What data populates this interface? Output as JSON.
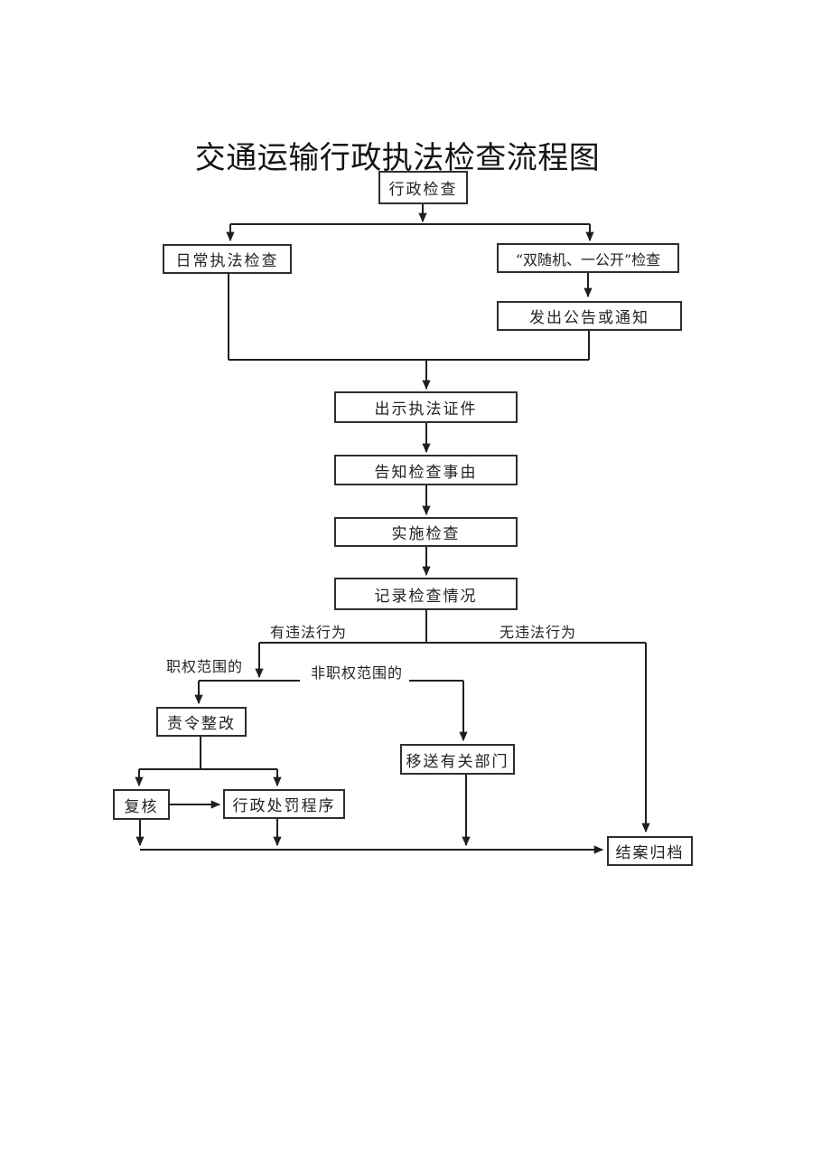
{
  "page": {
    "title": "交通运输行政执法检查流程图"
  },
  "colors": {
    "background": "#ffffff",
    "ink": "#1f1f1f",
    "box_border": "#2e2e2e"
  },
  "nodes": {
    "admin_inspection": {
      "label": "行政检查"
    },
    "daily_inspection": {
      "label": "日常执法检查"
    },
    "double_random": {
      "label": "“双随机、一公开”检查"
    },
    "announce": {
      "label": "发出公告或通知"
    },
    "show_credentials": {
      "label": "出示执法证件"
    },
    "inform_reason": {
      "label": "告知检查事由"
    },
    "conduct_inspection": {
      "label": "实施检查"
    },
    "record_findings": {
      "label": "记录检查情况"
    },
    "order_rectify": {
      "label": "责令整改"
    },
    "transfer_dept": {
      "label": "移送有关部门"
    },
    "review": {
      "label": "复核"
    },
    "penalty_procedure": {
      "label": "行政处罚程序"
    },
    "close_archive": {
      "label": "结案归档"
    }
  },
  "edge_labels": {
    "has_violation": "有违法行为",
    "no_violation": "无违法行为",
    "within_authority": "职权范围的",
    "outside_authority": "非职权范围的"
  }
}
